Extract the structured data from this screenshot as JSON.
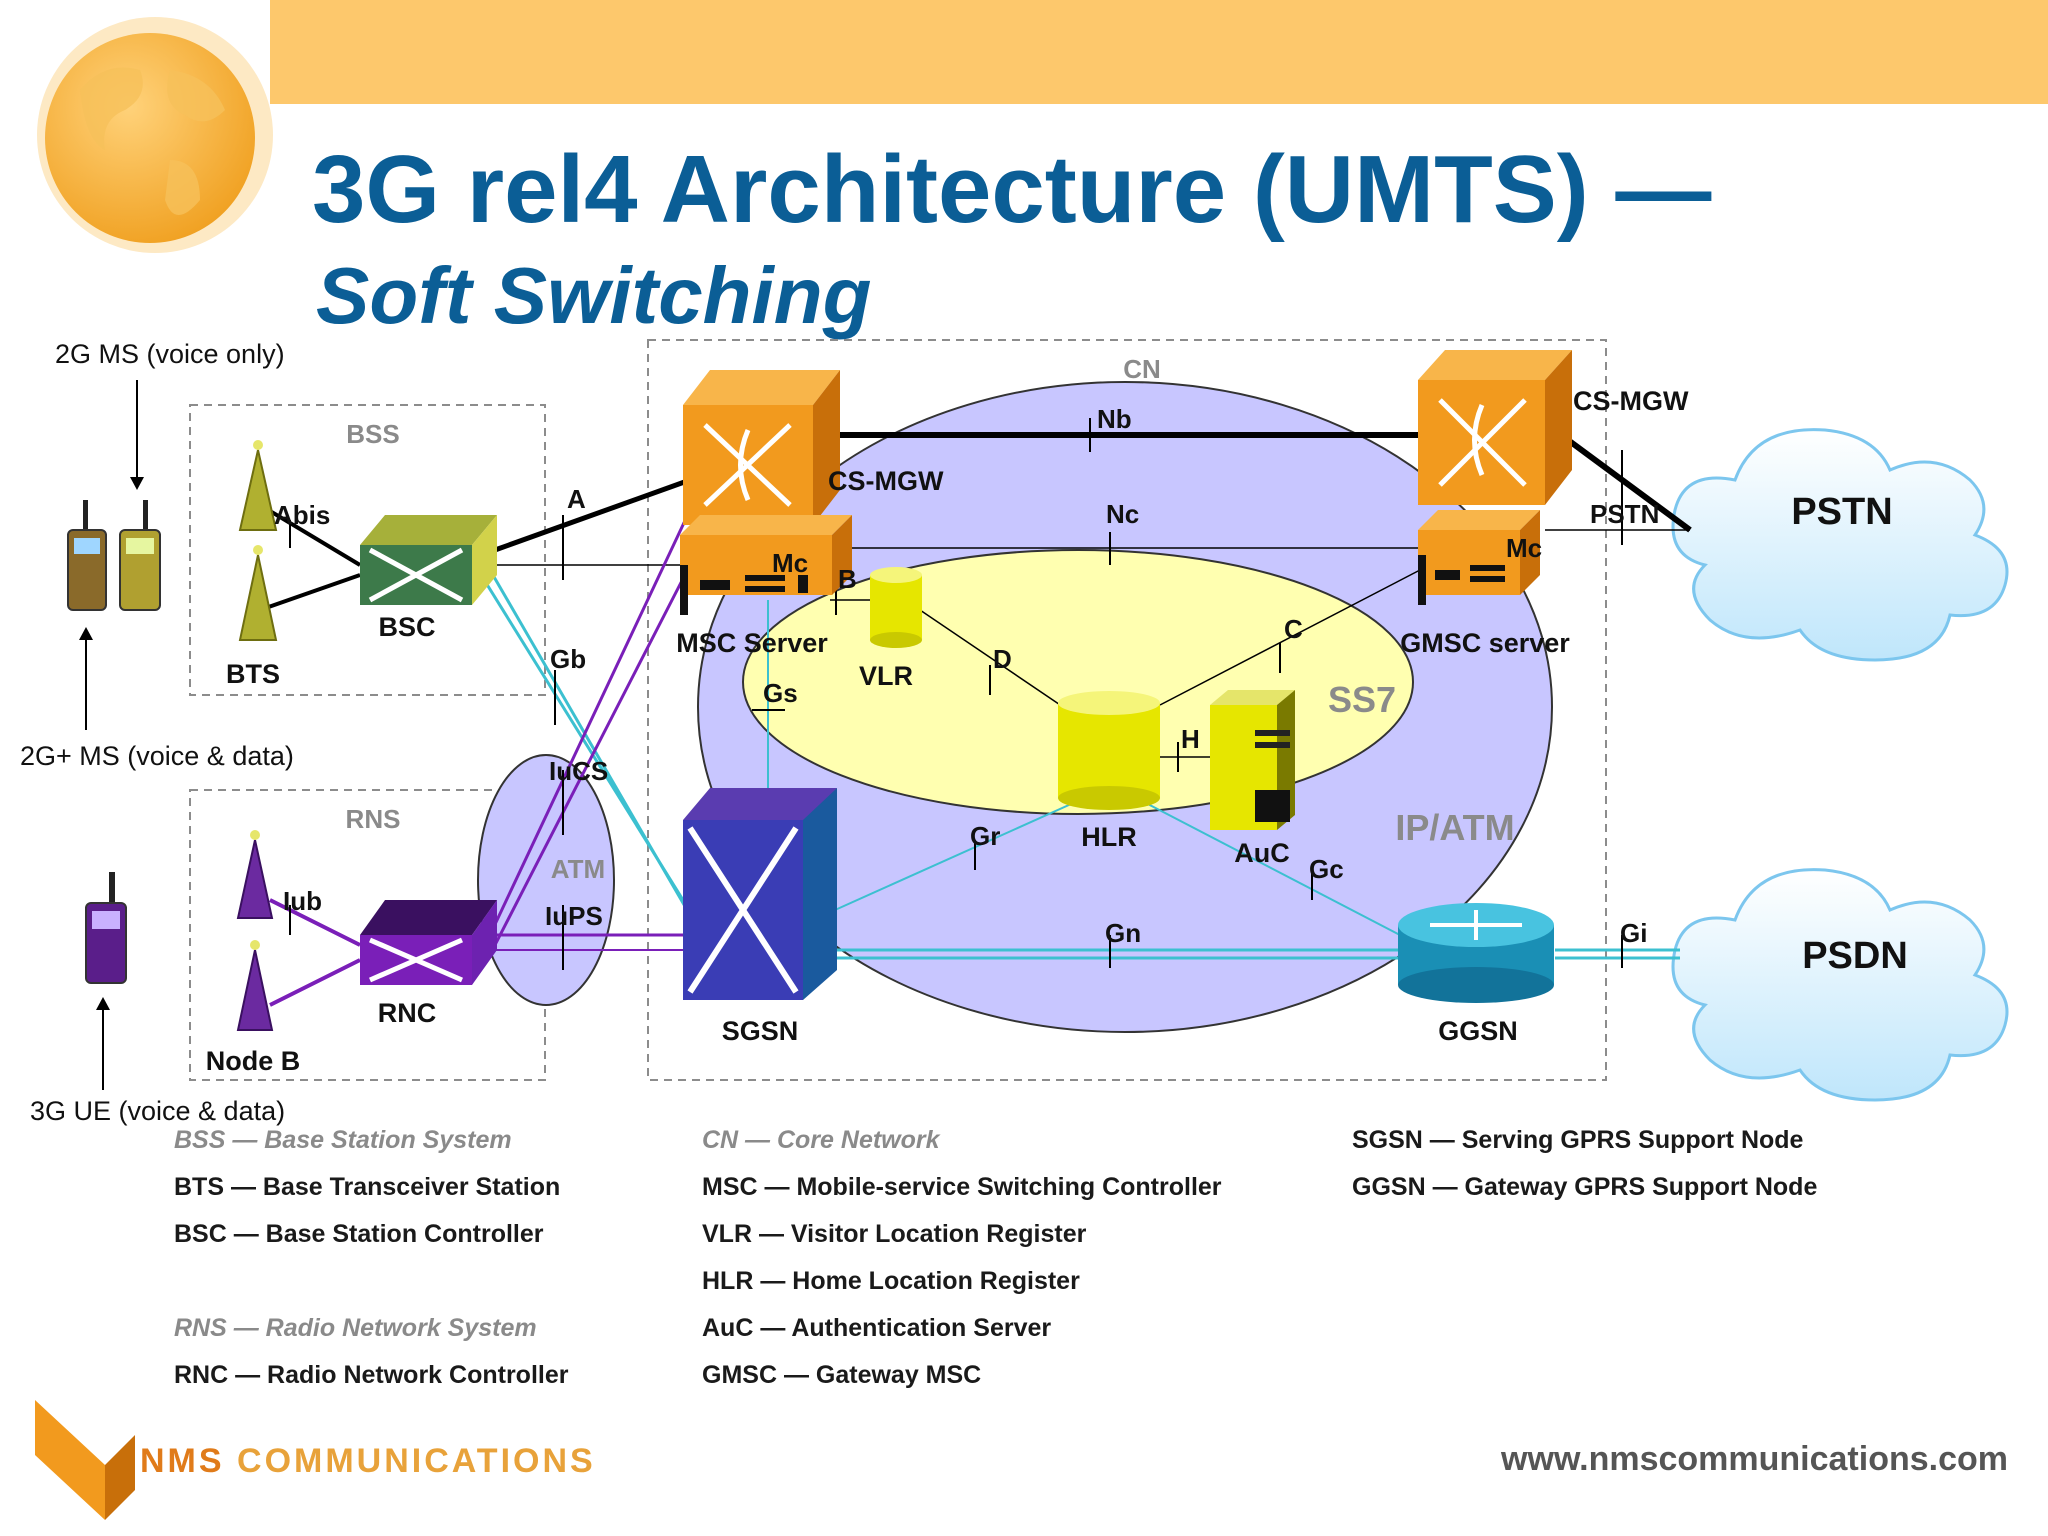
{
  "title": {
    "line1": "3G rel4 Architecture (UMTS) —",
    "line2": "Soft Switching"
  },
  "diagram": {
    "regions": {
      "cn": "CN",
      "bss": "BSS",
      "rns": "RNS",
      "ss7": "SS7",
      "ipatm": "IP/ATM",
      "atm": "ATM"
    },
    "nodes": {
      "csmgw_left": "CS-MGW",
      "csmgw_right": "CS-MGW",
      "msc_server": "MSC Server",
      "gmsc_server": "GMSC server",
      "vlr": "VLR",
      "hlr": "HLR",
      "auc": "AuC",
      "sgsn": "SGSN",
      "ggsn": "GGSN",
      "bsc": "BSC",
      "bts": "BTS",
      "rnc": "RNC",
      "nodeb": "Node B",
      "pstn": "PSTN",
      "psdn": "PSDN"
    },
    "interfaces": {
      "nb": "Nb",
      "nc": "Nc",
      "a": "A",
      "abis": "Abis",
      "mc_left": "Mc",
      "mc_right": "Mc",
      "b": "B",
      "d": "D",
      "c": "C",
      "h": "H",
      "gs": "Gs",
      "gb": "Gb",
      "iucs": "IuCS",
      "iups": "IuPS",
      "iub": "Iub",
      "gr": "Gr",
      "gc": "Gc",
      "gn": "Gn",
      "gi": "Gi",
      "pstn_if": "PSTN"
    },
    "terminals": {
      "ms2g": "2G MS (voice only)",
      "ms2gplus": "2G+ MS (voice & data)",
      "ue3g": "3G UE (voice & data)"
    }
  },
  "legend": {
    "col1": [
      {
        "text": "BSS — Base Station System",
        "muted": true
      },
      {
        "text": "BTS — Base Transceiver Station",
        "muted": false
      },
      {
        "text": "BSC — Base Station Controller",
        "muted": false
      },
      {
        "text": "RNS — Radio Network System",
        "muted": true
      },
      {
        "text": "RNC — Radio Network Controller",
        "muted": false
      }
    ],
    "col2": [
      {
        "text": "CN — Core Network",
        "muted": true
      },
      {
        "text": "MSC — Mobile-service Switching Controller",
        "muted": false
      },
      {
        "text": "VLR — Visitor Location Register",
        "muted": false
      },
      {
        "text": "HLR — Home Location Register",
        "muted": false
      },
      {
        "text": "AuC — Authentication Server",
        "muted": false
      },
      {
        "text": "GMSC — Gateway MSC",
        "muted": false
      }
    ],
    "col3": [
      {
        "text": "SGSN — Serving GPRS Support Node",
        "muted": false
      },
      {
        "text": "GGSN — Gateway GPRS Support Node",
        "muted": false
      }
    ]
  },
  "footer": {
    "brand_a": "NMS",
    "brand_b": "COMMUNICATIONS",
    "url": "www.nmscommunications.com"
  },
  "colors": {
    "title": "#0b5e96",
    "topbar": "#fdc86c",
    "orange": "#f29a1e",
    "purple": "#7a1fb8",
    "cyan": "#3cc0d0",
    "ss7": "#ffffb0",
    "ipatm": "#c8c6ff"
  }
}
